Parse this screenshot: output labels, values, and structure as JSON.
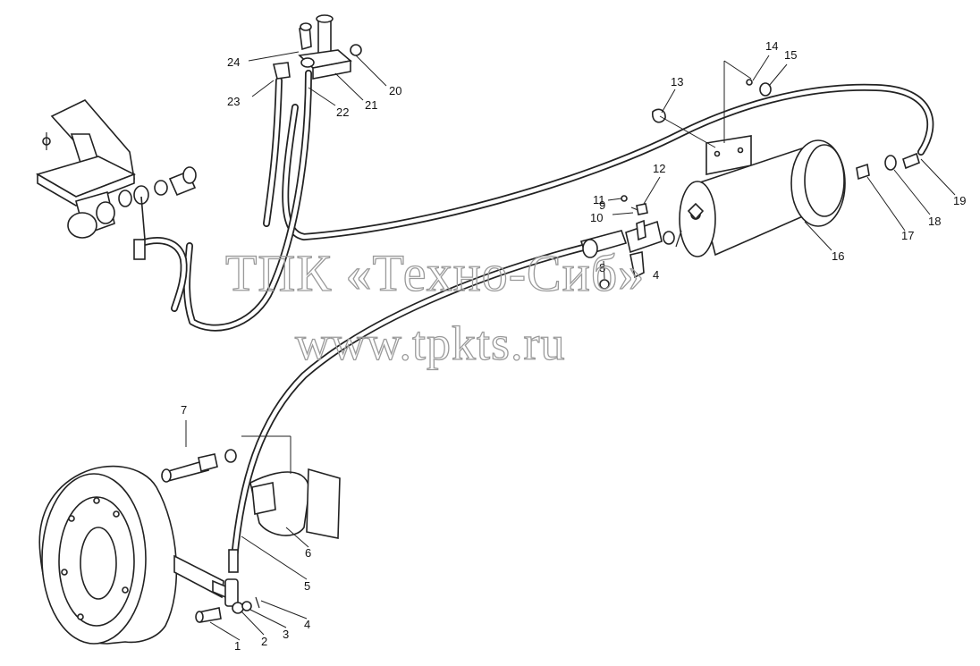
{
  "watermark": {
    "title": "ТПК «Техно-Сиб»",
    "url": "www.tpkts.ru"
  },
  "callouts": [
    "1",
    "2",
    "3",
    "4",
    "4",
    "5",
    "6",
    "7",
    "8",
    "9",
    "10",
    "11",
    "12",
    "13",
    "14",
    "15",
    "16",
    "17",
    "18",
    "19",
    "20",
    "21",
    "22",
    "23",
    "24"
  ],
  "colors": {
    "line": "#222222",
    "background": "#ffffff",
    "watermark": "#9a9a9a"
  }
}
